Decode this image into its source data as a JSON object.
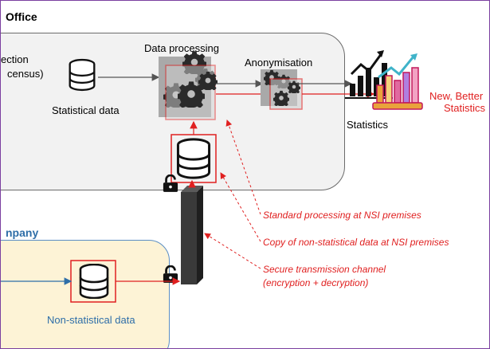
{
  "office": {
    "title": "Office",
    "collection_line1": "ection",
    "collection_line2": "census)",
    "statistical_data": "Statistical data",
    "data_processing": "Data processing",
    "anonymisation": "Anonymisation",
    "statistics": "Statistics",
    "new_better_line1": "New, Better",
    "new_better_line2": "Statistics"
  },
  "company": {
    "title": "npany",
    "non_statistical_data": "Non-statistical data"
  },
  "annotations": {
    "standard_processing": "Standard processing at NSI premises",
    "copy_data": "Copy of non-statistical data at NSI premises",
    "secure_line1": "Secure transmission channel",
    "secure_line2": "(encryption + decryption)"
  },
  "colors": {
    "accent_red": "#e02020",
    "company_blue": "#2e6ea8",
    "frame_purple": "#7b3fa0",
    "office_fill": "#f2f2f2",
    "company_fill": "#fdf3d6"
  }
}
